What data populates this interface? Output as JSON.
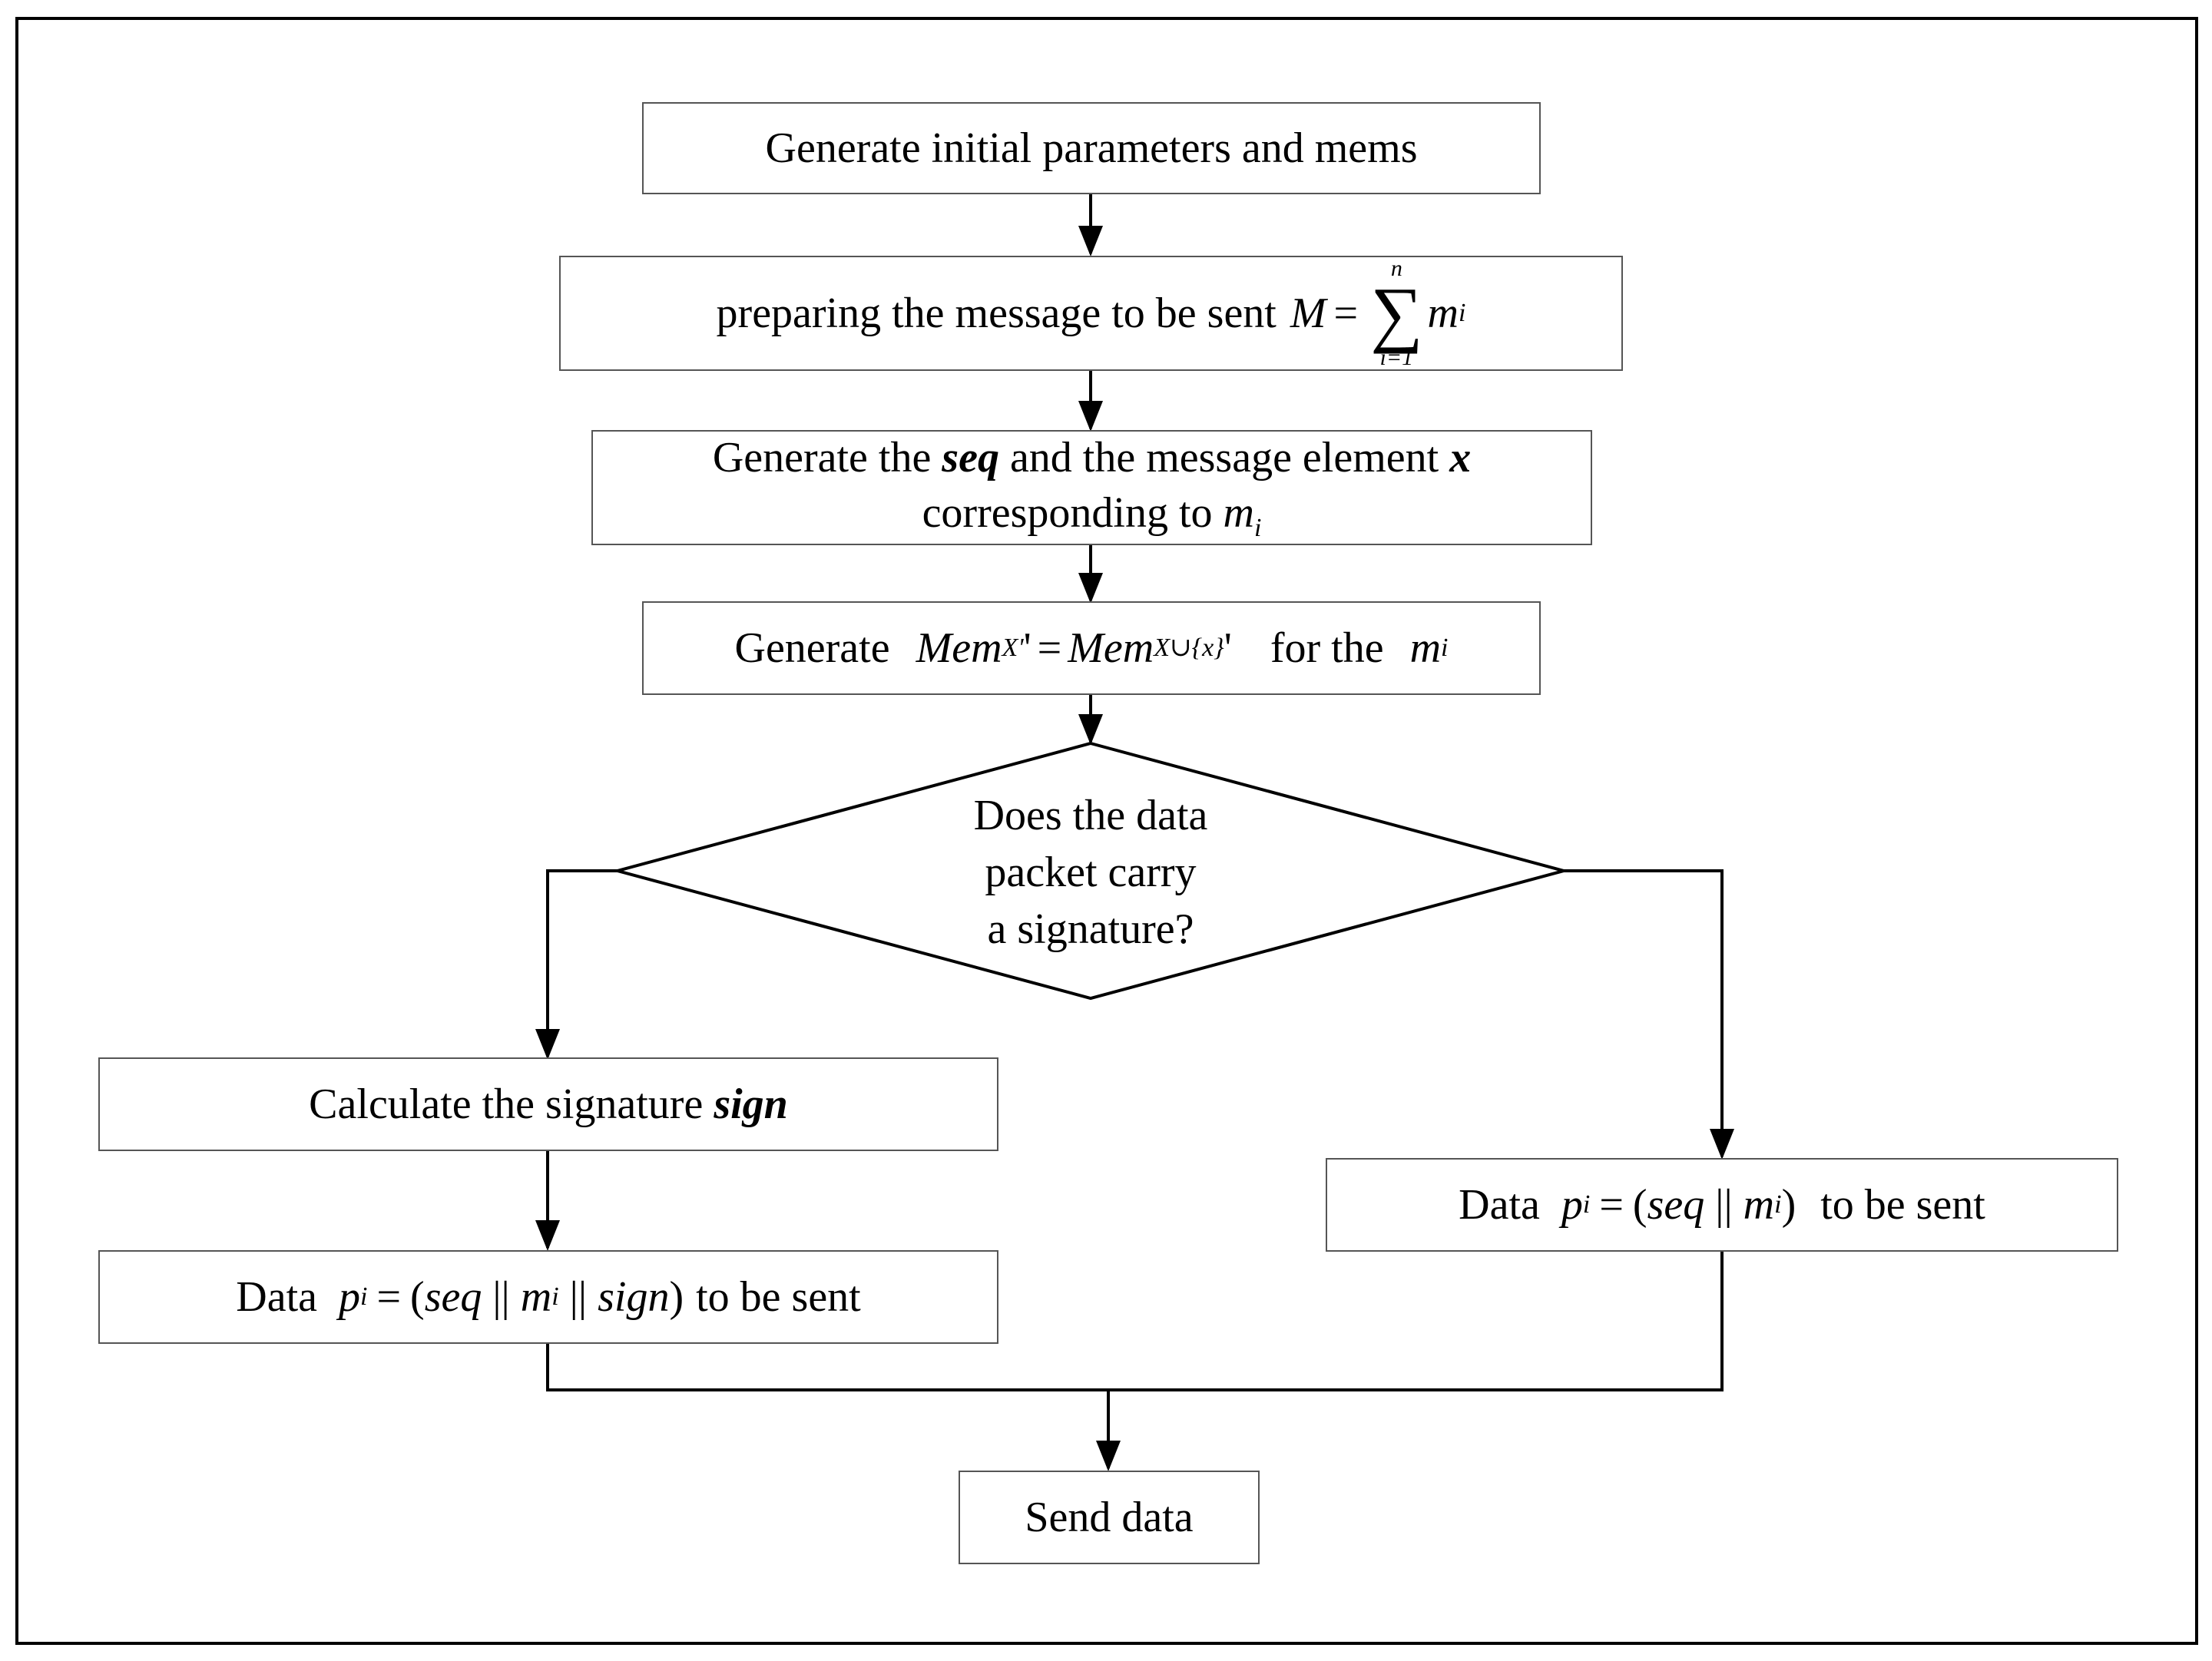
{
  "diagram": {
    "nodes": {
      "n1": {
        "text": "Generate initial parameters and mems"
      },
      "n2": {
        "text": "preparing the message to be sent",
        "formula": {
          "lhs": "M",
          "eq": "=",
          "sum_upper": "n",
          "sum_lower": "i=1",
          "sigma": "∑",
          "term": "m",
          "term_sub": "i"
        }
      },
      "n3": {
        "line1_a": "Generate the ",
        "line1_b": "seq",
        "line1_c": " and the message element ",
        "line1_d": "x",
        "line2_a": "corresponding to ",
        "line2_m": "m",
        "line2_sub": "i"
      },
      "n4": {
        "prefix": "Generate",
        "mem1": "Mem",
        "mem1_sub": "X'",
        "prime1": "'",
        "eq": "=",
        "mem2": "Mem",
        "mem2_sub": "X∪{x}",
        "prime2": "'",
        "middle": "for the",
        "m": "m",
        "m_sub": "i"
      },
      "decision": {
        "line1": "Does the data",
        "line2": "packet carry",
        "line3": "a signature?"
      },
      "n5": {
        "text": "Calculate the signature ",
        "bold": "sign"
      },
      "n6": {
        "prefix": "Data",
        "p": "p",
        "p_sub": "i",
        "eq": "=",
        "open": "(",
        "seq": "seq",
        "sep1": " || ",
        "m": "m",
        "m_sub": "i",
        "sep2": " || ",
        "sign": "sign",
        "close": ")",
        "suffix": "to be sent"
      },
      "n7": {
        "prefix": "Data",
        "p": "p",
        "p_sub": "i",
        "eq": "=",
        "open": "(",
        "seq": "seq",
        "sep1": " || ",
        "m": "m",
        "m_sub": "i",
        "close": ")",
        "suffix": "to be sent"
      },
      "n8": {
        "text": "Send data"
      }
    },
    "edges": [
      {
        "from": "n1",
        "to": "n2"
      },
      {
        "from": "n2",
        "to": "n3"
      },
      {
        "from": "n3",
        "to": "n4"
      },
      {
        "from": "n4",
        "to": "decision"
      },
      {
        "from": "decision",
        "to": "n5",
        "side": "left"
      },
      {
        "from": "decision",
        "to": "n7",
        "side": "right"
      },
      {
        "from": "n5",
        "to": "n6"
      },
      {
        "from": "n6",
        "to": "n8"
      },
      {
        "from": "n7",
        "to": "n8"
      }
    ]
  }
}
